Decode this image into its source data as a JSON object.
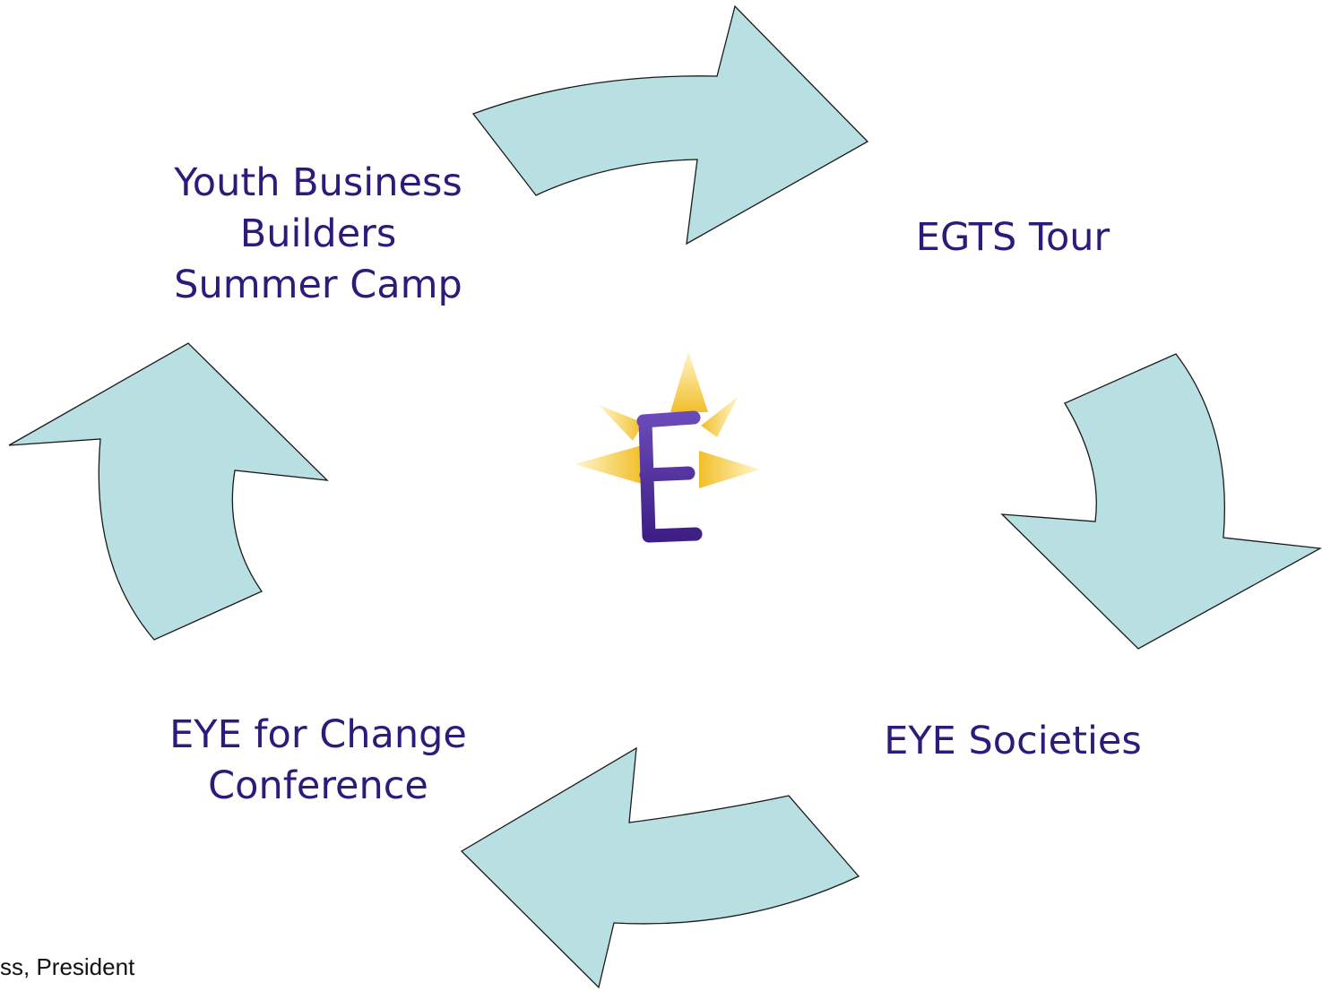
{
  "nodes": {
    "top_left": {
      "lines": [
        "Youth Business",
        "Builders",
        "Summer Camp"
      ]
    },
    "top_right": {
      "lines": [
        "EGTS Tour"
      ]
    },
    "bottom_right": {
      "lines": [
        "EYE Societies"
      ]
    },
    "bottom_left": {
      "lines": [
        "EYE for Change",
        "Conference"
      ]
    }
  },
  "footer_text": "ss, President",
  "center_logo": {
    "letter": "E",
    "letter_color": "#4a2a8c",
    "ray_color": "#f5c842"
  },
  "colors": {
    "arrow_fill": "#b8dfe1",
    "arrow_stroke": "#1a1a1a",
    "label_text": "#2e1a7a"
  }
}
